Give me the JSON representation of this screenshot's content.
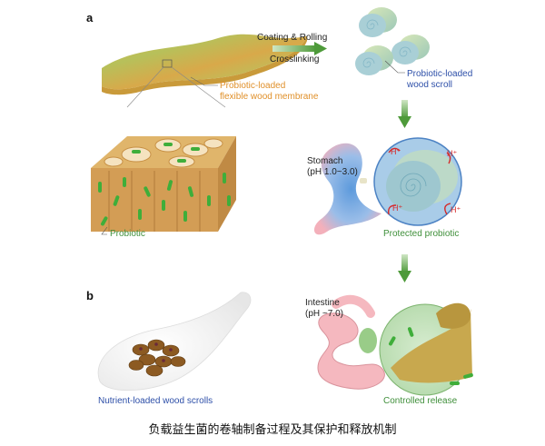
{
  "panels": {
    "a": {
      "letter": "a",
      "membrane_label_line1": "Probiotic-loaded",
      "membrane_label_line2": "flexible wood membrane",
      "process_label_top": "Coating & Rolling",
      "process_label_bottom": "Crosslinking",
      "scroll_label_line1": "Probiotic-loaded",
      "scroll_label_line2": "wood scroll",
      "probiotic_label": "Probiotic",
      "stomach_label_line1": "Stomach",
      "stomach_label_line2": "(pH 1.0~3.0)",
      "proton_symbol": "H⁺",
      "protected_label": "Protected probiotic",
      "intestine_label_line1": "Intestine",
      "intestine_label_line2": "(pH ~7.0)",
      "release_label": "Controlled release"
    },
    "b": {
      "letter": "b",
      "spoon_label": "Nutrient-loaded wood scrolls"
    }
  },
  "caption": "负载益生菌的卷轴制备过程及其保护和释放机制",
  "colors": {
    "orange_text": "#e0902a",
    "blue_text": "#2d4fa8",
    "green_text": "#3f8f3a",
    "arrow_green": "#5aa145",
    "proton_red": "#d62828"
  }
}
